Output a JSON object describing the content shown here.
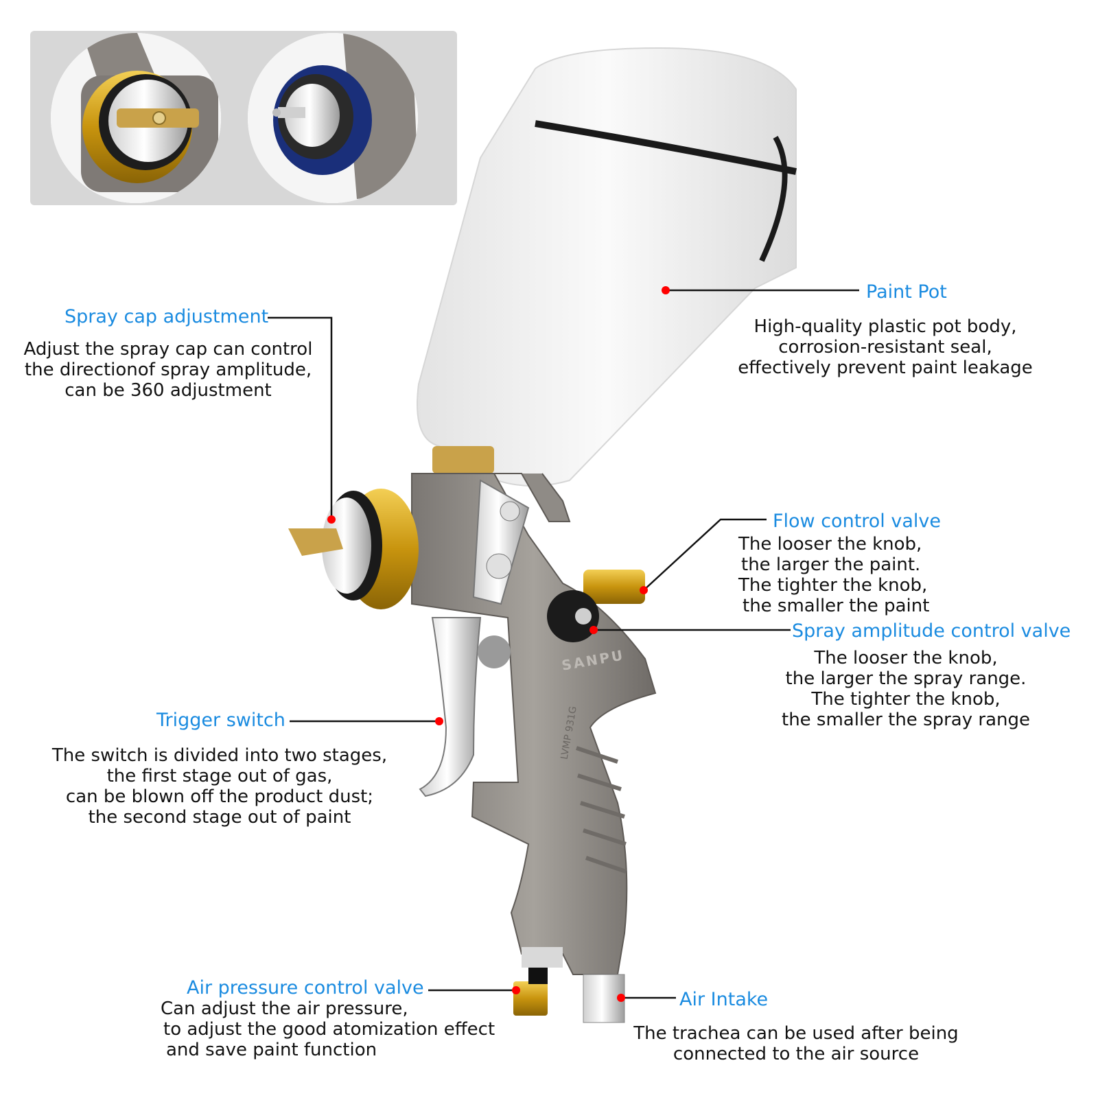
{
  "colors": {
    "title": "#1a8be0",
    "text": "#111111",
    "marker": "#ff0000",
    "body_metal": "#8f8b86",
    "gold": "#d4a315",
    "pot": "#f2f2f2",
    "panel": "#d7d7d7"
  },
  "callouts": {
    "spray_cap": {
      "title": "Spray cap adjustment",
      "lines": [
        "Adjust the spray cap can control",
        "the directionof spray amplitude,",
        "can be 360 adjustment"
      ]
    },
    "paint_pot": {
      "title": "Paint Pot",
      "lines": [
        "High-quality plastic pot body,",
        "corrosion-resistant seal,",
        "effectively prevent paint leakage"
      ]
    },
    "flow_valve": {
      "title": "Flow control valve",
      "lines": [
        "The looser the knob,",
        "the larger the paint.",
        "The tighter the knob,",
        "the smaller the paint"
      ]
    },
    "amplitude_valve": {
      "title": "Spray amplitude control valve",
      "lines": [
        "The looser the knob,",
        "the larger the spray range.",
        "The tighter the knob,",
        "the smaller the spray range"
      ]
    },
    "trigger": {
      "title": "Trigger switch",
      "lines": [
        "The switch is divided into two stages,",
        "the first stage out of gas,",
        "can be blown off the product dust;",
        "the second stage out of paint"
      ]
    },
    "air_pressure": {
      "title": "Air pressure control valve",
      "lines": [
        "Can adjust the air pressure,",
        "to adjust the good atomization effect",
        "and save paint function"
      ]
    },
    "air_intake": {
      "title": "Air Intake",
      "lines": [
        "The trachea can be used after being",
        "connected to the air source"
      ]
    }
  },
  "product": {
    "brand_mark": "SANPU",
    "model_mark": "LVMP 931G"
  }
}
